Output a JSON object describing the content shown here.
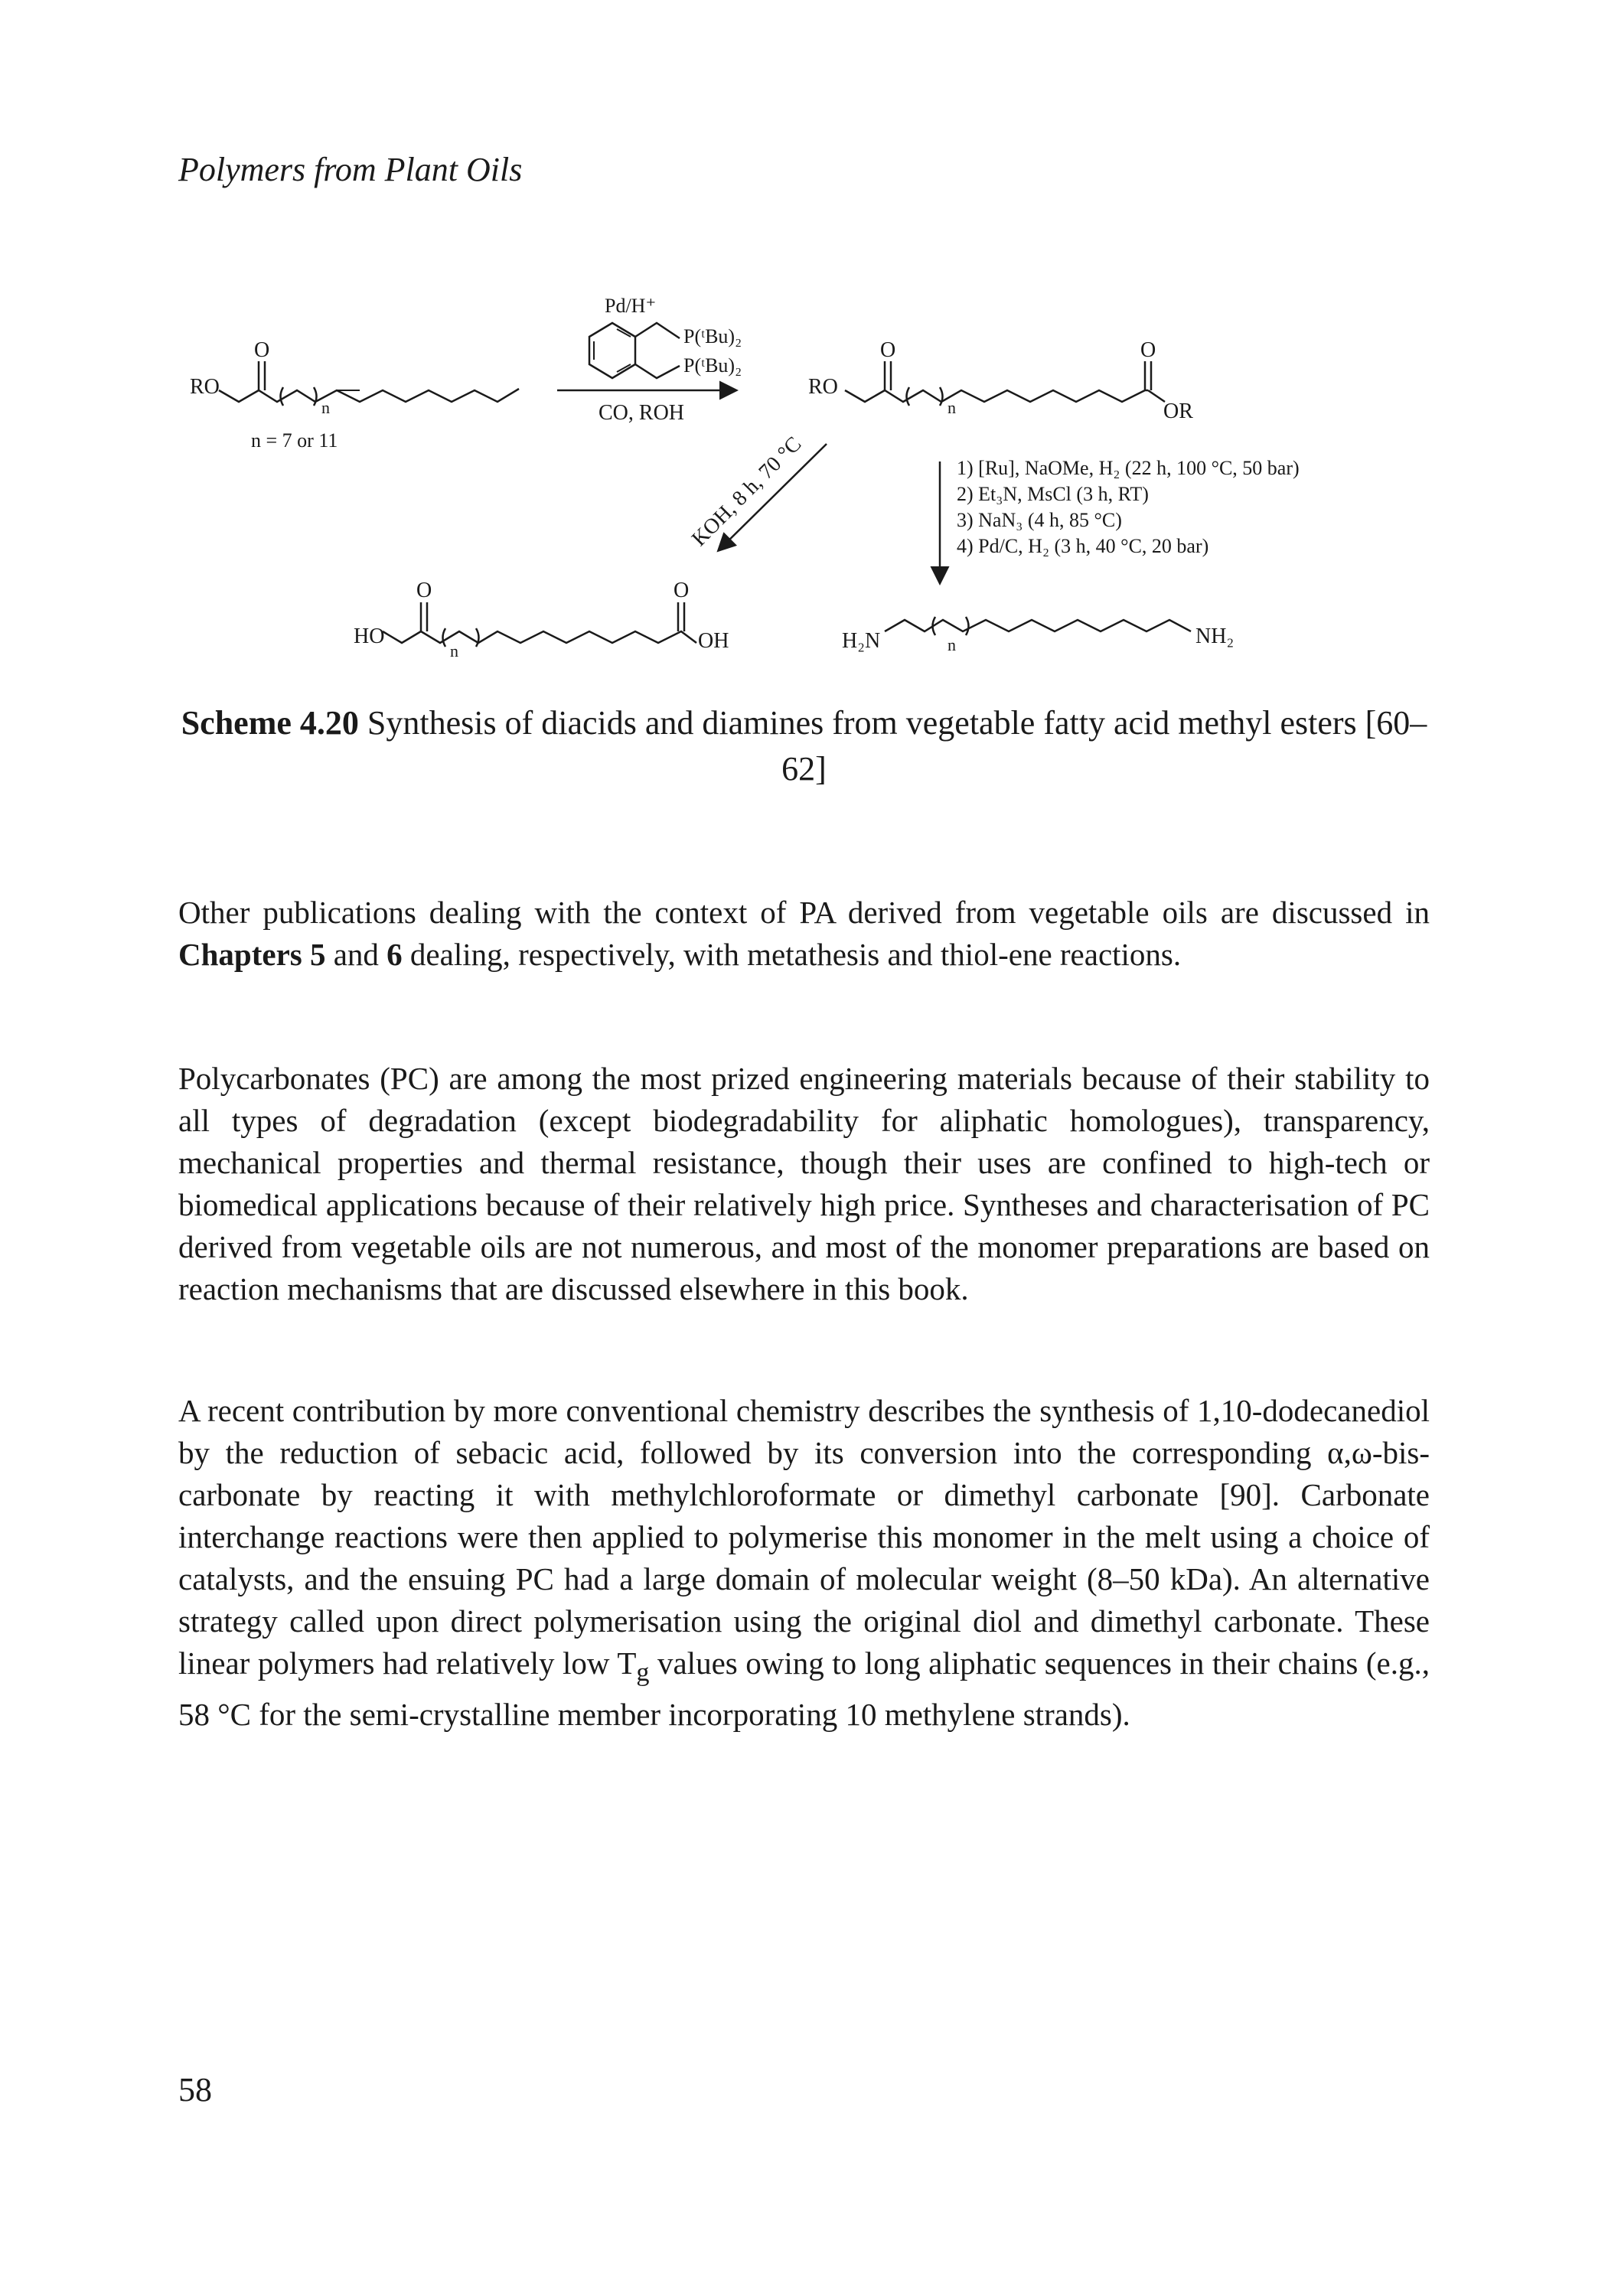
{
  "running_head": "Polymers from Plant Oils",
  "scheme": {
    "catalyst_top": "Pd/H⁺",
    "ligand_1": "P(ᵗBu)₂",
    "ligand_2": "P(ᵗBu)₂",
    "conditions_under_arrow": "CO, ROH",
    "ro_left": "RO",
    "ro_middle": "RO",
    "or_right": "OR",
    "o_atom": "O",
    "n_sub": "n",
    "n_values": "n = 7 or 11",
    "koh_conditions": "KOH, 8 h, 70 °C",
    "steps": [
      "1) [Ru], NaOMe, H₂ (22 h, 100 °C, 50 bar)",
      "2) Et₃N, MsCl (3 h, RT)",
      "3) NaN₃ (4 h, 85 °C)",
      "4) Pd/C, H₂ (3 h, 40 °C, 20 bar)"
    ],
    "ho_left": "HO",
    "oh_right": "OH",
    "h2n_left": "H₂N",
    "nh2_right": "NH₂"
  },
  "caption": {
    "label": "Scheme 4.20",
    "text": " Synthesis of diacids and diamines from vegetable fatty acid methyl esters [60–62]"
  },
  "paragraphs": {
    "p1": {
      "a": "Other publications dealing with the context of PA derived from vegetable oils are discussed in ",
      "b": "Chapters 5",
      "c": " and ",
      "d": "6",
      "e": " dealing, respectively, with metathesis and thiol-ene reactions."
    },
    "p2": "Polycarbonates (PC) are among the most prized engineering materials because of their stability to all types of degradation (except biodegradability for aliphatic homologues), transparency, mechanical properties and thermal resistance, though their uses are confined to high-tech or biomedical applications because of their relatively high price. Syntheses and characterisation of PC derived from vegetable oils are not numerous, and most of the monomer preparations are based on reaction mechanisms that are discussed elsewhere in this book.",
    "p3": {
      "a": "A recent contribution by more conventional chemistry describes the synthesis of 1,10-dodecanediol by the reduction of sebacic acid, followed by its conversion into the corresponding α,ω-bis-carbonate by reacting it with methylchloroformate or dimethyl carbonate [90]. Carbonate interchange reactions were then applied to polymerise this monomer in the melt using a choice of catalysts, and the ensuing PC had a large domain of molecular weight (8–50 kDa). An alternative strategy called upon direct polymerisation using the original diol and dimethyl carbonate. These linear polymers had relatively low T",
      "sub": "g",
      "b": " values owing to long aliphatic sequences in their chains (e.g., 58 °C for the semi-crystalline member incorporating 10 methylene strands)."
    }
  },
  "page_number": "58"
}
